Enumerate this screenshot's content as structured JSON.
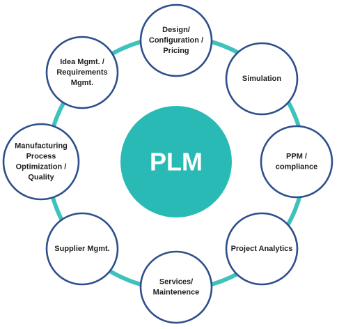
{
  "center": {
    "label": "PLM"
  },
  "nodes": [
    {
      "id": "design",
      "lines": [
        "Design/",
        "Configuration /",
        "Pricing"
      ]
    },
    {
      "id": "simulation",
      "lines": [
        "Simulation"
      ]
    },
    {
      "id": "ppm",
      "lines": [
        "PPM /",
        "compliance"
      ]
    },
    {
      "id": "project-analytics",
      "lines": [
        "Project Analytics"
      ]
    },
    {
      "id": "services",
      "lines": [
        "Services/",
        "Maintenence"
      ]
    },
    {
      "id": "supplier",
      "lines": [
        "Supplier Mgmt."
      ]
    },
    {
      "id": "manufacturing",
      "lines": [
        "Manufacturing",
        "Process",
        "Optimization /",
        "Quality"
      ]
    },
    {
      "id": "idea",
      "lines": [
        "Idea Mgmt. /",
        "Requirements",
        "Mgmt."
      ]
    }
  ],
  "colors": {
    "ring": "#3ec2bc",
    "center_fill": "#2abab5",
    "node_border": "#2e4f8a",
    "node_text": "#1f1f1f",
    "center_text": "#ffffff"
  }
}
